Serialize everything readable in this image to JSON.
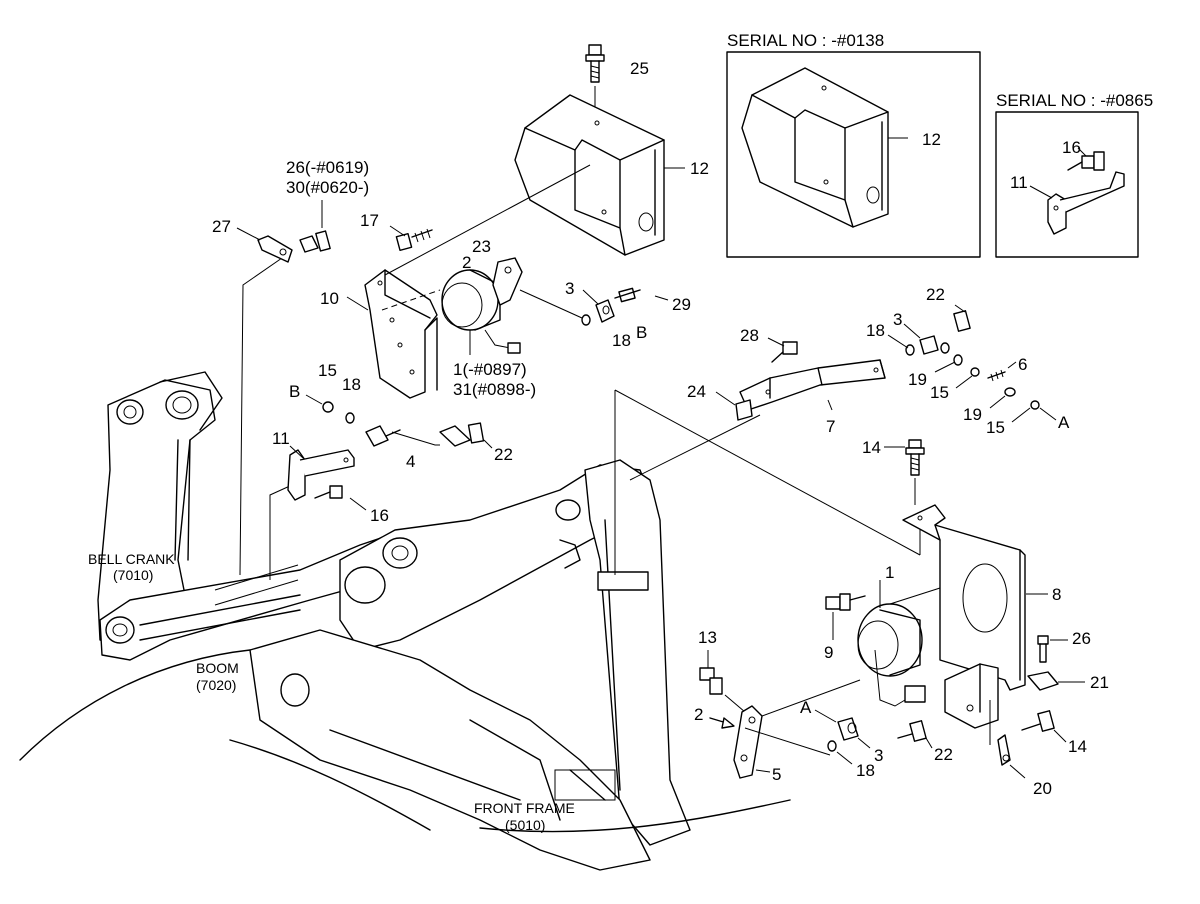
{
  "insets": [
    {
      "title": "SERIAL NO : -#0138"
    },
    {
      "title": "SERIAL NO : -#0865"
    }
  ],
  "structure_labels": {
    "bell_crank": "BELL CRANK",
    "bell_crank_code": "(7010)",
    "boom": "BOOM",
    "boom_code": "(7020)",
    "front_frame": "FRONT FRAME",
    "front_frame_code": "(5010)"
  },
  "callouts": {
    "c25": "25",
    "c12": "12",
    "c26_30_line1": "26(-#0619)",
    "c26_30_line2": "30(#0620-)",
    "c27": "27",
    "c17": "17",
    "c23": "23",
    "c2_top": "2",
    "c10": "10",
    "c3_top": "3",
    "c29": "29",
    "cB_right": "B",
    "c18_top": "18",
    "c1_31_line1": "1(-#0897)",
    "c1_31_line2": "31(#0898-)",
    "cB_left": "B",
    "c15_left": "15",
    "c18_left": "18",
    "c11_main": "11",
    "c4": "4",
    "c22_left": "22",
    "c16_main": "16",
    "c28": "28",
    "c24": "24",
    "c7": "7",
    "c18_right": "18",
    "c3_right": "3",
    "c22_right": "22",
    "c19_upper": "19",
    "c15_upper": "15",
    "c6": "6",
    "c19_lower": "19",
    "c15_lower": "15",
    "cA_right": "A",
    "c14_top": "14",
    "c1_main": "1",
    "c8": "8",
    "c9": "9",
    "c26_right": "26",
    "c21": "21",
    "c13": "13",
    "c2_lower": "2",
    "cA_lower": "A",
    "c5": "5",
    "c18_lower": "18",
    "c3_lower": "3",
    "c22_lower": "22",
    "c14_lower": "14",
    "c20": "20",
    "c12_inset": "12",
    "c16_inset": "16",
    "c11_inset": "11"
  }
}
